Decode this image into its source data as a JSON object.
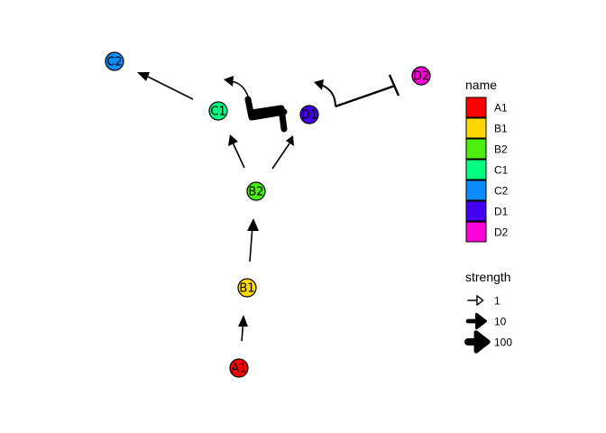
{
  "nodes": [
    {
      "id": "A1",
      "label": "A1",
      "color": "#FF0000"
    },
    {
      "id": "B1",
      "label": "B1",
      "color": "#FFD700"
    },
    {
      "id": "B2",
      "label": "B2",
      "color": "#4DED10"
    },
    {
      "id": "C1",
      "label": "C1",
      "color": "#00FF80"
    },
    {
      "id": "C2",
      "label": "C2",
      "color": "#0A8CFF"
    },
    {
      "id": "D1",
      "label": "D1",
      "color": "#4400F0"
    },
    {
      "id": "D2",
      "label": "D2",
      "color": "#FF00D8"
    }
  ],
  "edges": [
    {
      "from": "A1",
      "to": "B1",
      "type": "activation",
      "strength": 1
    },
    {
      "from": "B1",
      "to": "B2",
      "type": "activation",
      "strength": 1
    },
    {
      "from": "B2",
      "to": "C1",
      "type": "activation",
      "strength": 1
    },
    {
      "from": "B2",
      "to": "D1",
      "type": "activation",
      "strength": 1
    },
    {
      "from": "C1",
      "to": "C2",
      "type": "activation",
      "strength": 1
    },
    {
      "from": "C1",
      "to": "D1",
      "type": "activation",
      "strength": 100
    },
    {
      "from": "D1",
      "to": "C1",
      "type": "activation",
      "strength": 1
    },
    {
      "from": "D2",
      "to": "D1",
      "type": "inhibition",
      "strength": 1
    }
  ],
  "legend": {
    "name_title": "name",
    "name_items": [
      {
        "label": "A1",
        "color": "#FF0000"
      },
      {
        "label": "B1",
        "color": "#FFD700"
      },
      {
        "label": "B2",
        "color": "#4DED10"
      },
      {
        "label": "C1",
        "color": "#00FF80"
      },
      {
        "label": "C2",
        "color": "#0A8CFF"
      },
      {
        "label": "D1",
        "color": "#4400F0"
      },
      {
        "label": "D2",
        "color": "#FF00D8"
      }
    ],
    "strength_title": "strength",
    "strength_items": [
      {
        "label": "1",
        "value": 1
      },
      {
        "label": "10",
        "value": 10
      },
      {
        "label": "100",
        "value": 100
      }
    ]
  }
}
